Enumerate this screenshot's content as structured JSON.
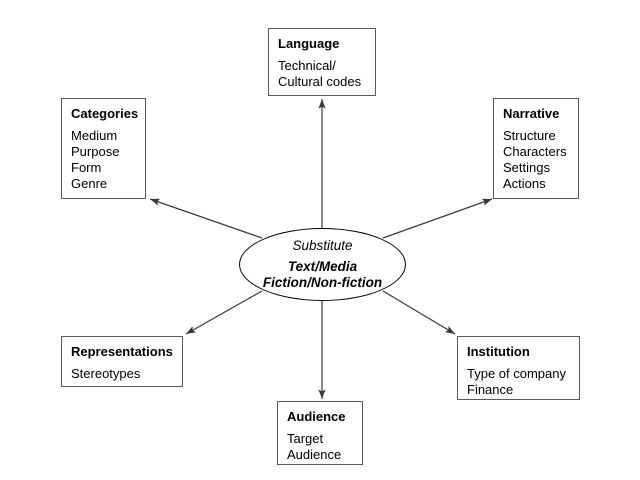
{
  "diagram": {
    "type": "radial-concept-map",
    "background_color": "#ffffff",
    "line_color": "#3a3a3a",
    "box_border_color": "#58595b",
    "text_color": "#000000",
    "hub": {
      "lead": "Substitute",
      "line1": "Text/Media",
      "line2": "Fiction/Non-fiction"
    },
    "nodes": [
      {
        "id": "language",
        "title": "Language",
        "lines": [
          "Technical/",
          "Cultural codes"
        ]
      },
      {
        "id": "categories",
        "title": "Categories",
        "lines": [
          "Medium",
          "Purpose",
          "Form",
          "Genre"
        ]
      },
      {
        "id": "narrative",
        "title": "Narrative",
        "lines": [
          "Structure",
          "Characters",
          "Settings",
          "Actions"
        ]
      },
      {
        "id": "representations",
        "title": "Representations",
        "lines": [
          "Stereotypes"
        ]
      },
      {
        "id": "institution",
        "title": "Institution",
        "lines": [
          "Type of company",
          "Finance"
        ]
      },
      {
        "id": "audience",
        "title": "Audience",
        "lines": [
          "Target",
          "Audience"
        ]
      }
    ]
  }
}
